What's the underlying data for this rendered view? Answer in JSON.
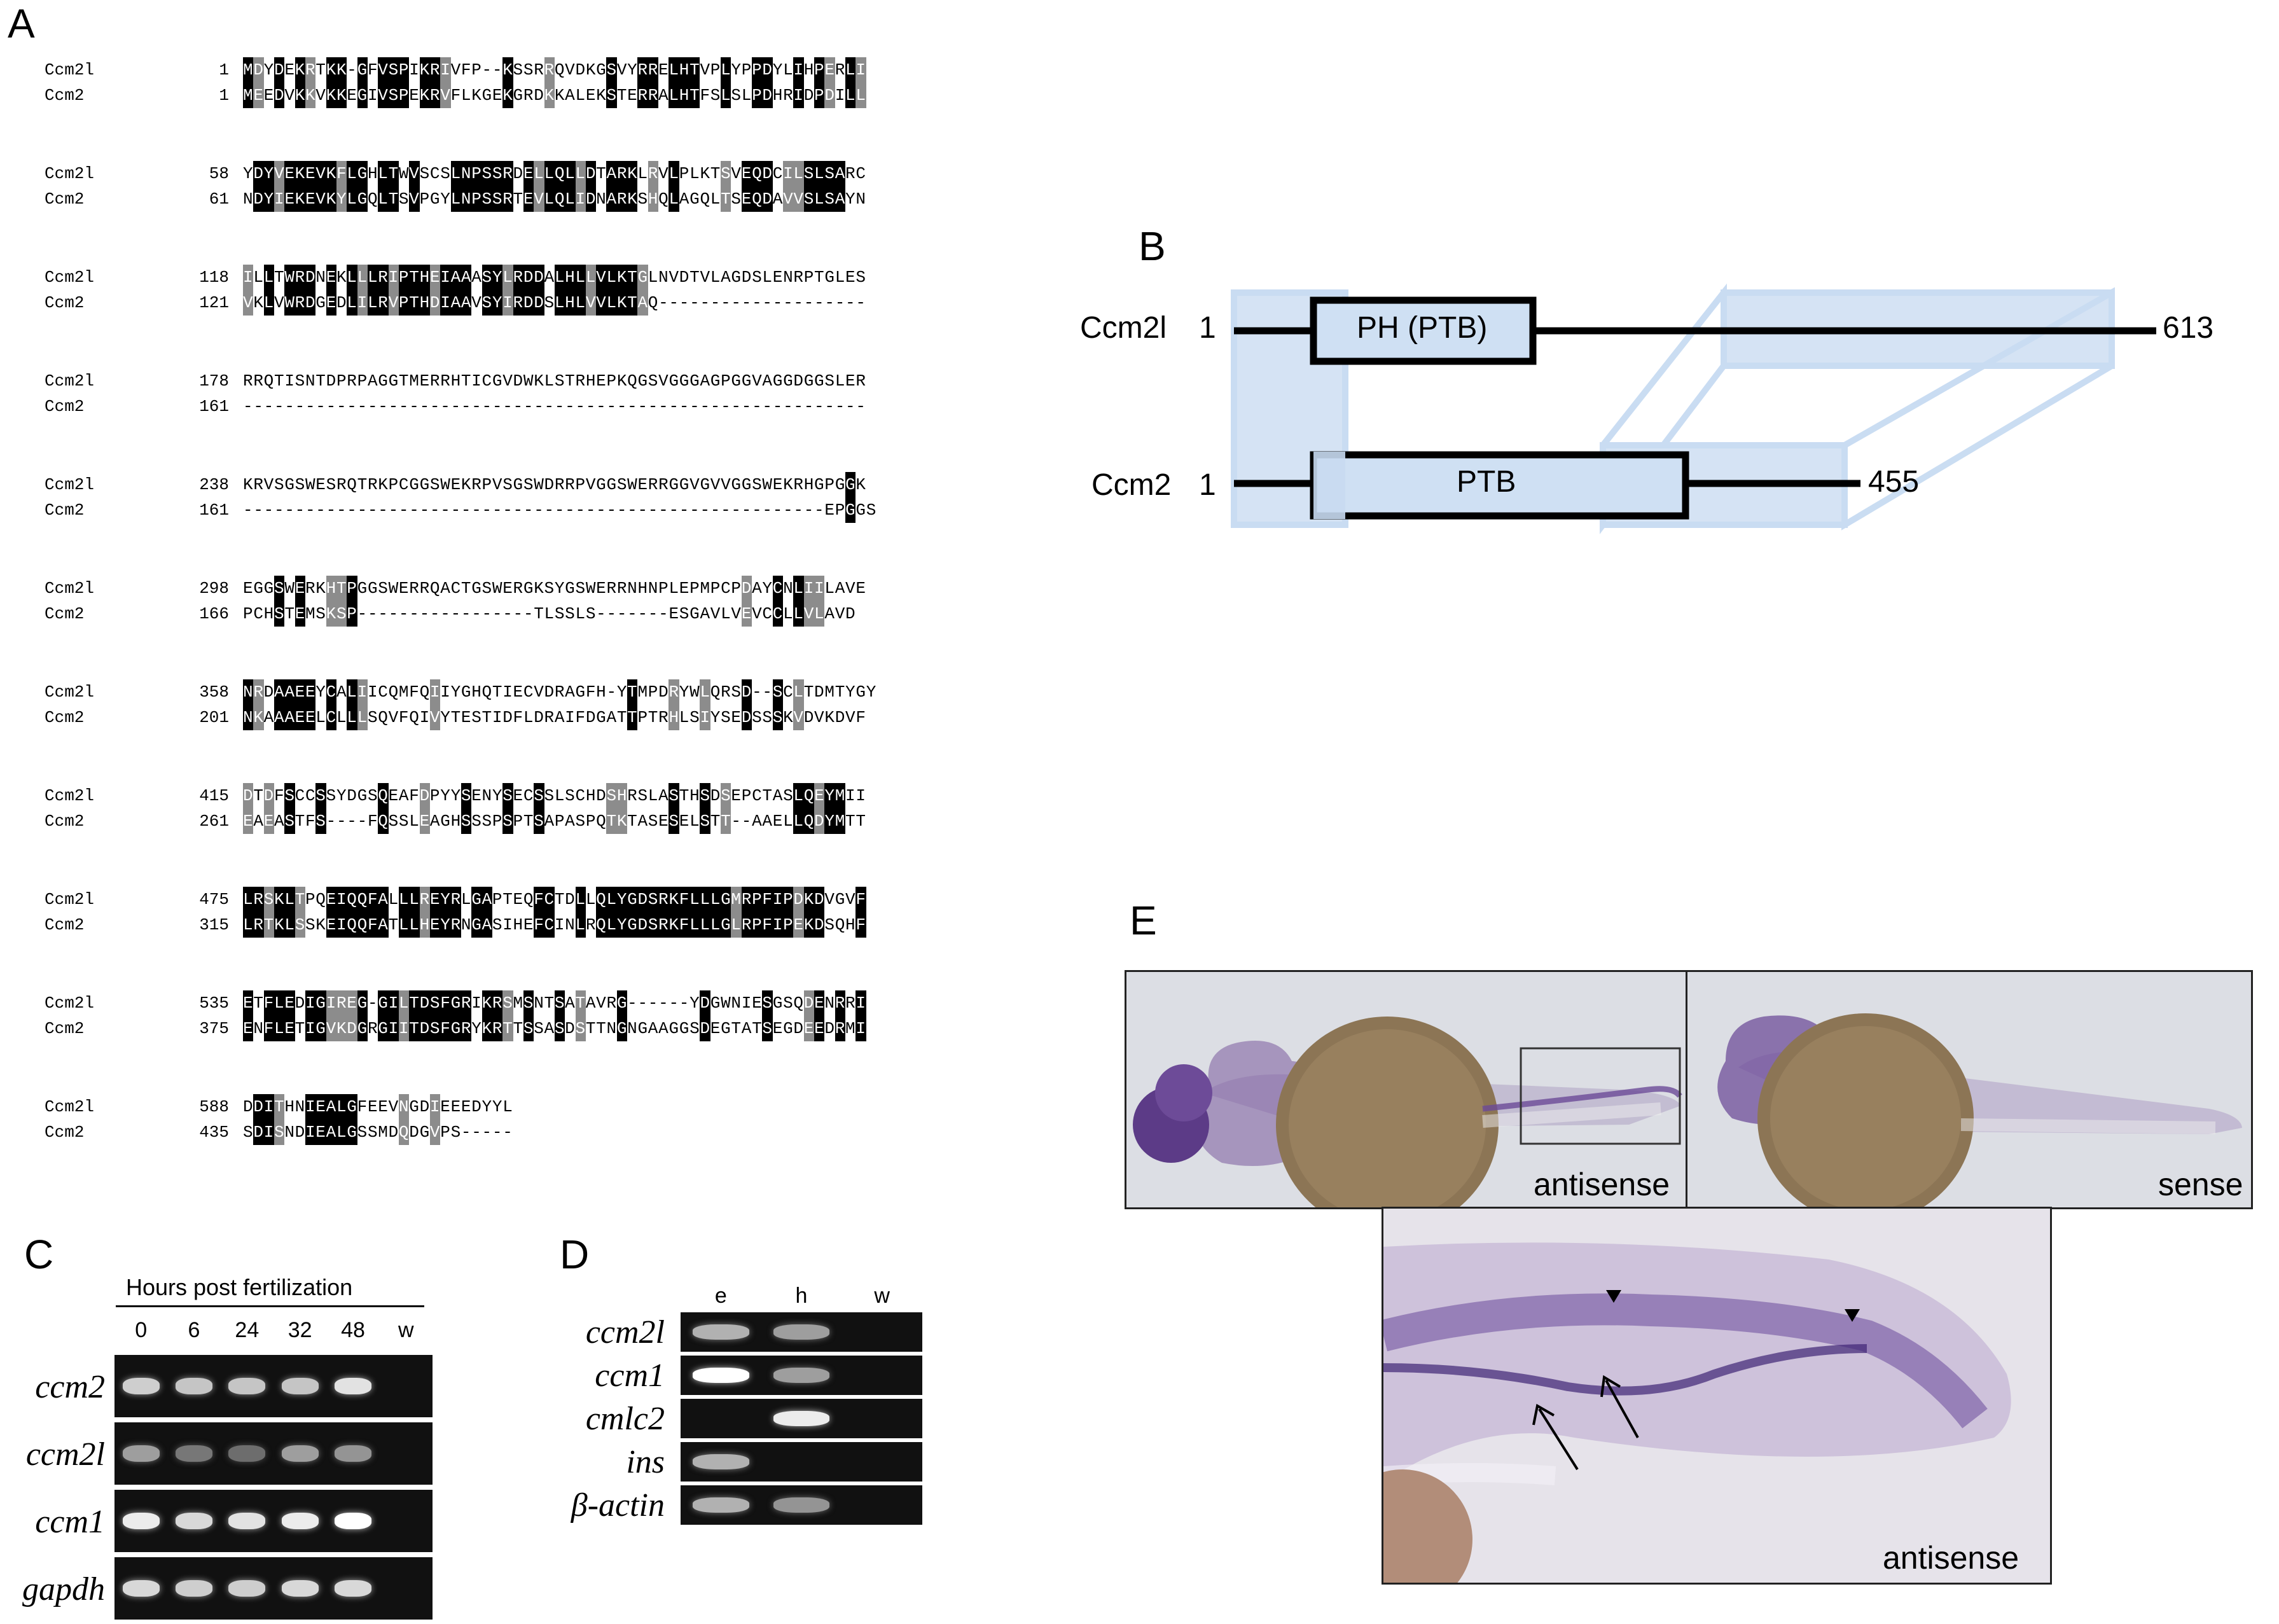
{
  "panels": {
    "A": "A",
    "B": "B",
    "C": "C",
    "D": "D",
    "E": "E"
  },
  "alignment": {
    "blocks": [
      {
        "rows": [
          {
            "name": "Ccm2l",
            "start": "1",
            "seq": "MDYDEKRTKK-GFVSPIKRIVFP--KSSRRQVDKGSVYRRELHTVPLYPPDYLIHPERLI"
          },
          {
            "name": "Ccm2",
            "start": "1",
            "seq": "MEEDVKKVKKEGIVSPEKRVFLKGEKGRDKKALEKSTERRALHTFSLSLPDHRIDPDILL"
          }
        ]
      },
      {
        "rows": [
          {
            "name": "Ccm2l",
            "start": "58",
            "seq": "YDYVEKEVKFLGHLTWVSCSLNPSSRDELLQLLDTARKLRVLPLKTSVEQDCILSLSARC"
          },
          {
            "name": "Ccm2",
            "start": "61",
            "seq": "NDYIEKEVKYLGQLTSVPGYLNPSSRTEVLQLIDNARKSHQLAGQLTSEQDAVVSLSAYN"
          }
        ]
      },
      {
        "rows": [
          {
            "name": "Ccm2l",
            "start": "118",
            "seq": "ILLTWRDNEKLLLRIPTHEIAAASYLRDDALHLLVLKTGLNVDTVLAGDSLENRPTGLES"
          },
          {
            "name": "Ccm2",
            "start": "121",
            "seq": "VKLVWRDGEDLILRVPTHDIAAVSYIRDDSLHLVVLKTAQ--------------------"
          }
        ]
      },
      {
        "rows": [
          {
            "name": "Ccm2l",
            "start": "178",
            "seq": "RRQTISNTDPRPAGGTMERRHTICGVDWKLSTRHEPKQGSVGGGAGPGGVAGGDGGSLER"
          },
          {
            "name": "Ccm2",
            "start": "161",
            "seq": "------------------------------------------------------------"
          }
        ]
      },
      {
        "rows": [
          {
            "name": "Ccm2l",
            "start": "238",
            "seq": "KRVSGSWESRQTRKPCGGSWEKRPVSGSWDRRPVGGSWERRGGVGVVGGSWEKRHGPGGK"
          },
          {
            "name": "Ccm2",
            "start": "161",
            "seq": "--------------------------------------------------------EPGGS"
          }
        ]
      },
      {
        "rows": [
          {
            "name": "Ccm2l",
            "start": "298",
            "seq": "EGGSWERKHTPGGSWERRQACTGSWERGKSYGSWERRNHNPLEPMPCPDAYCNLIILAVE"
          },
          {
            "name": "Ccm2",
            "start": "166",
            "seq": "PCHSTEMSKSP-----------------TLSSLS-------ESGAVLVEVCCLLVLAVD"
          }
        ]
      },
      {
        "rows": [
          {
            "name": "Ccm2l",
            "start": "358",
            "seq": "NRDAAEEYCALIICQMFQIIYGHQTIECVDRAGFH-YTMPDRYWLQRSD--SCLTDMTYGY"
          },
          {
            "name": "Ccm2",
            "start": "201",
            "seq": "NKAAAEELCLLLSQVFQIVYTESTIDFLDRAIFDGATTPTRHLSIYSEDSSSKVDVKDVF"
          }
        ]
      },
      {
        "rows": [
          {
            "name": "Ccm2l",
            "start": "415",
            "seq": "DTDFSCCSSYDGSQEAFDPYYSENYSECSSLSCHDSHRSLASTHSDSEPCTASLQEYMII"
          },
          {
            "name": "Ccm2",
            "start": "261",
            "seq": "EAEASTFS----FQSSLEAGHSSSPSPTSAPASPQTKTASESELSTT--AAELLQDYMTT"
          }
        ]
      },
      {
        "rows": [
          {
            "name": "Ccm2l",
            "start": "475",
            "seq": "LRSKLTPQEIQQFALLLREYRLGAPTEQFCTDLLQLYGDSRKFLLLGMRPFIPDKDVGVF"
          },
          {
            "name": "Ccm2",
            "start": "315",
            "seq": "LRTKLSSKEIQQFATLLHEYRNGASIHEFCINLRQLYGDSRKFLLLGLRPFIPEKDSQHF"
          }
        ]
      },
      {
        "rows": [
          {
            "name": "Ccm2l",
            "start": "535",
            "seq": "ETFLEDIGIREG-GILTDSFGRIKRSMSNTSATAVRG------YDGWNIESGSQDENRRI"
          },
          {
            "name": "Ccm2",
            "start": "375",
            "seq": "ENFLETIGVKDGRGIITDSFGRYKRTTSSASDSTTNGNGAAGGSDEGTATSEGDEEDRMI"
          }
        ]
      },
      {
        "rows": [
          {
            "name": "Ccm2l",
            "start": "588",
            "seq": "DDITHNIEALGFEEVNGDIEEEDYYL"
          },
          {
            "name": "Ccm2",
            "start": "435",
            "seq": "SDISNDIEALGSSMDQDGVPS-----"
          }
        ]
      }
    ]
  },
  "domains": {
    "ccm2l": {
      "name": "Ccm2l",
      "start": "1",
      "end": "613",
      "domain": "PH (PTB)"
    },
    "ccm2": {
      "name": "Ccm2",
      "start": "1",
      "end": "455",
      "domain": "PTB"
    }
  },
  "gel_c": {
    "header": "Hours post fertilization",
    "lanes": [
      "0",
      "6",
      "24",
      "32",
      "48",
      "w"
    ],
    "genes": [
      "ccm2",
      "ccm2l",
      "ccm1",
      "gapdh"
    ],
    "intensity": [
      [
        0.75,
        0.7,
        0.7,
        0.7,
        0.85,
        0
      ],
      [
        0.5,
        0.3,
        0.25,
        0.5,
        0.45,
        0
      ],
      [
        0.9,
        0.8,
        0.85,
        0.9,
        1.0,
        0
      ],
      [
        0.8,
        0.75,
        0.75,
        0.8,
        0.8,
        0
      ]
    ]
  },
  "gel_d": {
    "lanes": [
      "e",
      "h",
      "w"
    ],
    "genes": [
      "ccm2l",
      "ccm1",
      "cmlc2",
      "ins",
      "β-actin"
    ],
    "intensity": [
      [
        0.6,
        0.5,
        0
      ],
      [
        1.0,
        0.5,
        0
      ],
      [
        0,
        0.9,
        0
      ],
      [
        0.6,
        0,
        0
      ],
      [
        0.6,
        0.45,
        0
      ]
    ]
  },
  "embryo": {
    "antisense": "antisense",
    "sense": "sense",
    "zoom_label": "antisense"
  },
  "colors": {
    "stain": "#5a3f8c",
    "yolk": "#8a7353",
    "bg": "#d6d8de",
    "box_blue": "#b8d1ee"
  }
}
